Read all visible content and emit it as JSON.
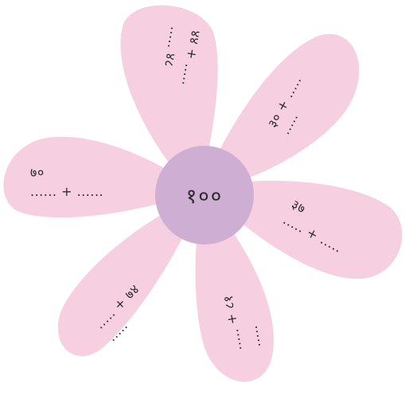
{
  "colors": {
    "petal": "#f6cfe1",
    "center": "#cfaed3",
    "text": "#2b2b2b"
  },
  "center": {
    "label": "१००"
  },
  "petals": [
    {
      "line1": "..... ४८",
      "line2": "४४ + .....",
      "id": "top"
    },
    {
      "line1": "३० + .....",
      "line2": ".....",
      "id": "top-right"
    },
    {
      "line1": "३७",
      "line2": "..... + .....",
      "id": "right"
    },
    {
      "line1": "..... + ८१",
      "line2": ".....",
      "id": "bottom"
    },
    {
      "line1": "..... + ७४",
      "line2": ".....",
      "id": "bottom-left"
    },
    {
      "line1": "७०",
      "line2": "...... + ......",
      "id": "left"
    }
  ]
}
